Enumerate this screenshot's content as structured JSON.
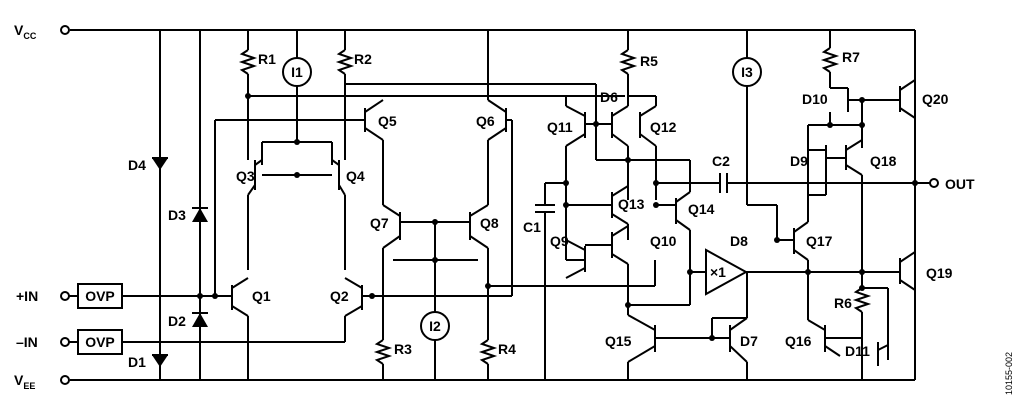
{
  "terminals": {
    "vcc": "V",
    "vcc_sub": "CC",
    "vee": "V",
    "vee_sub": "EE",
    "in_plus": "+IN",
    "in_minus": "–IN",
    "out": "OUT"
  },
  "blocks": {
    "ovp1": "OVP",
    "ovp2": "OVP",
    "buffer": "×1"
  },
  "sources": {
    "i1": "I1",
    "i2": "I2",
    "i3": "I3"
  },
  "transistors": [
    "Q1",
    "Q2",
    "Q3",
    "Q4",
    "Q5",
    "Q6",
    "Q7",
    "Q8",
    "Q9",
    "Q10",
    "Q11",
    "Q12",
    "Q13",
    "Q14",
    "Q15",
    "Q16",
    "Q17",
    "Q18",
    "Q19",
    "Q20"
  ],
  "resistors": [
    "R1",
    "R2",
    "R3",
    "R4",
    "R5",
    "R6",
    "R7"
  ],
  "diodes": [
    "D1",
    "D2",
    "D3",
    "D4",
    "D6",
    "D7",
    "D8",
    "D9",
    "D10",
    "D11"
  ],
  "capacitors": [
    "C1",
    "C2"
  ],
  "figure_code": "10155-002"
}
